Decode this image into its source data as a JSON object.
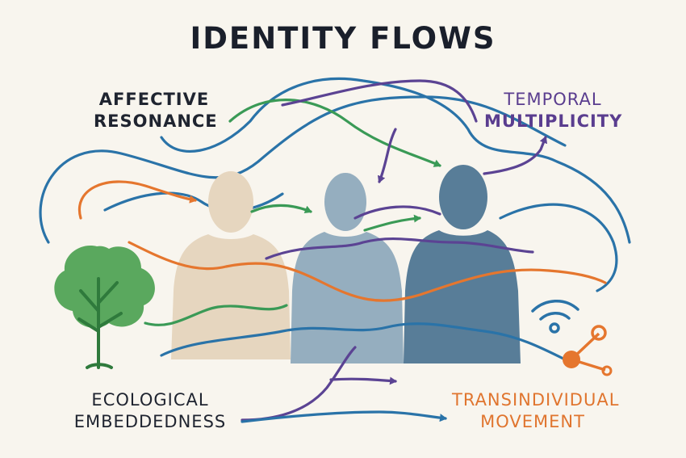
{
  "title": "IDENTITY FLOWS",
  "labels": {
    "affective": [
      "AFFECTIVE",
      "RESONANCE"
    ],
    "temporal": [
      "TEMPORAL",
      "MULTIPLICITY"
    ],
    "ecological": [
      "ECOLOGICAL",
      "EMBEDDEDNESS"
    ],
    "transindividual": [
      "TRANSINDIVIDUAL",
      "MOVEMENT"
    ]
  },
  "colors": {
    "background": "#f8f5ee",
    "title": "#1a1f2b",
    "affective": "#1f2430",
    "temporal": "#5a3d8f",
    "ecological": "#1f2430",
    "transindividual": "#e0752f",
    "flow_blue": "#2a73a8",
    "flow_green": "#3a9a56",
    "flow_orange": "#e5762e",
    "flow_purple": "#5b4393",
    "figure_left": "#e6d6bf",
    "figure_middle": "#95aebf",
    "figure_right": "#587d98",
    "tree_canopy": "#5aa85e",
    "tree_trunk": "#2f7a3c"
  },
  "icons": [
    "tree-icon",
    "signal-wave-icon",
    "network-node-icon"
  ]
}
